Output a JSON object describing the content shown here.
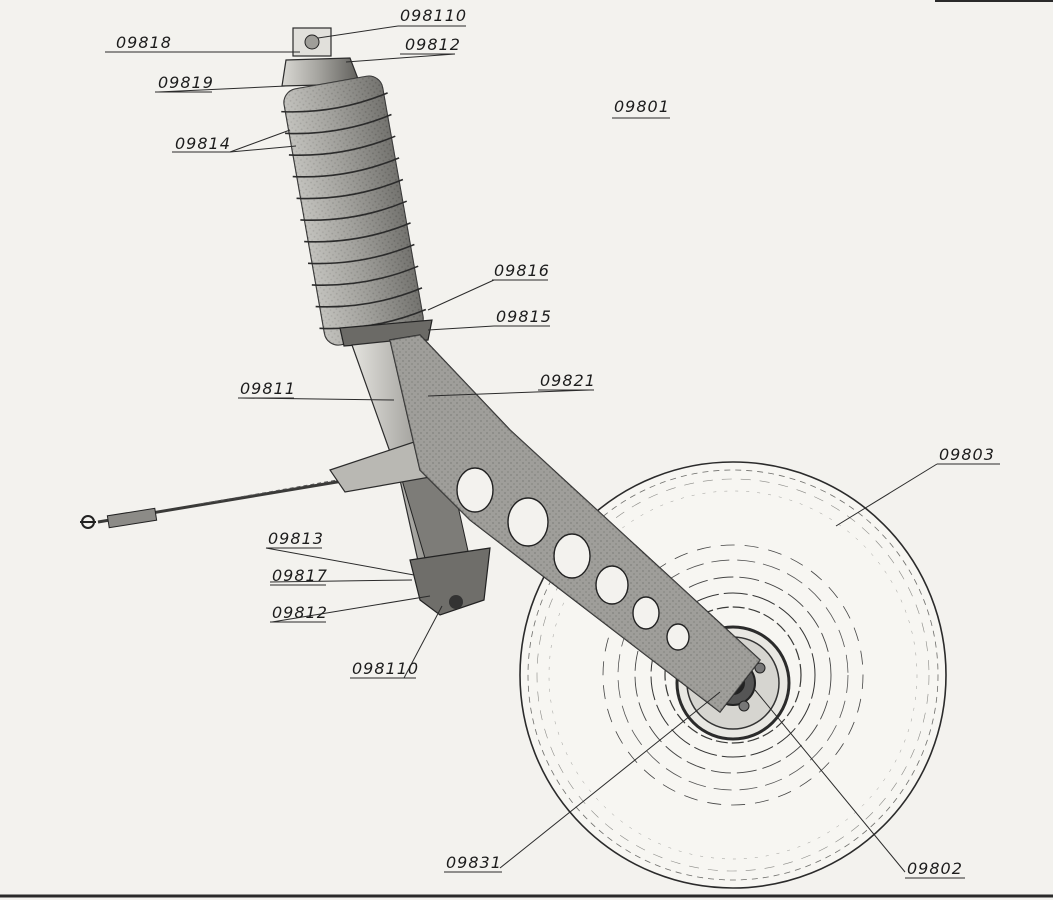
{
  "title_code": "09801",
  "parts": [
    {
      "id": "p_098110a",
      "code": "098110",
      "desc": ""
    },
    {
      "id": "p_09818",
      "code": "09818",
      "desc": ""
    },
    {
      "id": "p_09812a",
      "code": "09812",
      "desc": ""
    },
    {
      "id": "p_09819",
      "code": "09819",
      "desc": ""
    },
    {
      "id": "p_09814",
      "code": "09814",
      "desc": ""
    },
    {
      "id": "p_09816",
      "code": "09816",
      "desc": ""
    },
    {
      "id": "p_09815",
      "code": "09815",
      "desc": ""
    },
    {
      "id": "p_09811",
      "code": "09811",
      "desc": ""
    },
    {
      "id": "p_09821",
      "code": "09821",
      "desc": ""
    },
    {
      "id": "p_09803",
      "code": "09803",
      "desc": ""
    },
    {
      "id": "p_09813",
      "code": "09813",
      "desc": ""
    },
    {
      "id": "p_09817",
      "code": "09817",
      "desc": ""
    },
    {
      "id": "p_09812b",
      "code": "09812",
      "desc": ""
    },
    {
      "id": "p_098110b",
      "code": "098110",
      "desc": ""
    },
    {
      "id": "p_09831",
      "code": "09831",
      "desc": ""
    },
    {
      "id": "p_09802",
      "code": "09802",
      "desc": ""
    }
  ],
  "colors": {
    "ink": "#1d1d1d",
    "paper": "#f3f2ee",
    "shade": "#8a8a86",
    "dark": "#3a3a38"
  }
}
